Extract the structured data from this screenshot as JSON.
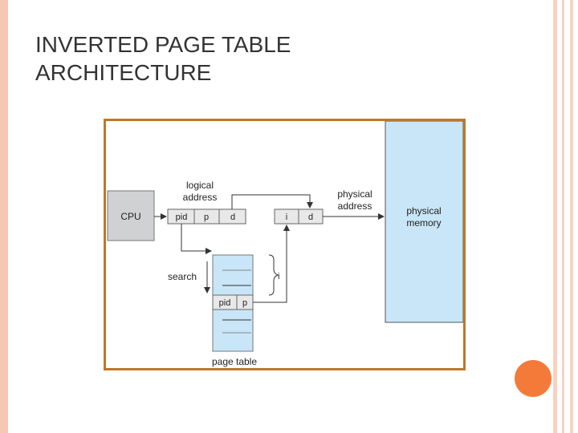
{
  "slide": {
    "title_lines": [
      "INVERTED PAGE TABLE",
      "ARCHITECTURE"
    ]
  },
  "colors": {
    "left_strip": "#f6c8b4",
    "right_stripes": "#f6c8b4",
    "accent_circle": "#f47a3a",
    "figure_border": "#c0762a",
    "cpu_fill": "#d0d1d2",
    "memory_fill": "#c8e6f8",
    "page_table_fill": "#c8e6f8",
    "register_fill": "#e8e8e8",
    "arrow": "#333333"
  },
  "diagram": {
    "cpu_label": "CPU",
    "logical_address_label": [
      "logical",
      "address"
    ],
    "logical_fields": [
      "pid",
      "p",
      "d"
    ],
    "physical_address_label": [
      "physical",
      "address"
    ],
    "physical_fields": [
      "i",
      "d"
    ],
    "physical_memory_label": [
      "physical",
      "memory"
    ],
    "search_label": "search",
    "index_label": "i",
    "page_table_entry": [
      "pid",
      "p"
    ],
    "page_table_label": "page table"
  }
}
